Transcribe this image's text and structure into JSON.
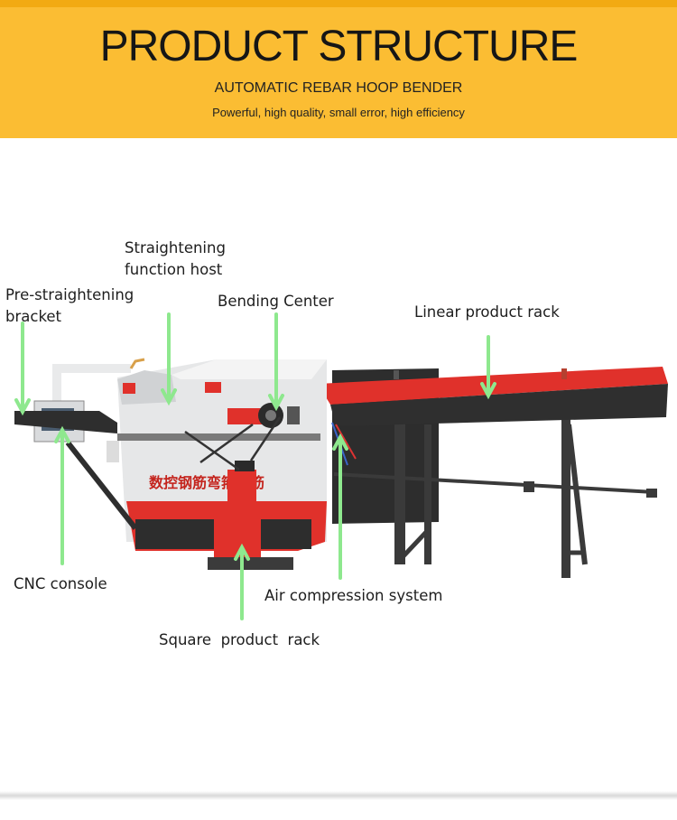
{
  "header": {
    "title": "PRODUCT STRUCTURE",
    "subtitle": "AUTOMATIC REBAR HOOP BENDER",
    "tagline": "Powerful, high quality, small error, high efficiency"
  },
  "machine": {
    "side_text": "数控钢筋弯箍板筋"
  },
  "labels": {
    "straightening_host": "Straightening\nfunction host",
    "pre_straightening_bracket": "Pre-straightening\nbracket",
    "bending_center": "Bending Center",
    "linear_product_rack": "Linear product rack",
    "cnc_console": "CNC console",
    "air_compression_system": "Air compression system",
    "square_product_rack": "Square  product  rack"
  },
  "colors": {
    "header": "#fbbd33",
    "arrow": "#8ee88e",
    "machine_red": "#e0312b",
    "frame_dark": "#3a3a3a"
  }
}
